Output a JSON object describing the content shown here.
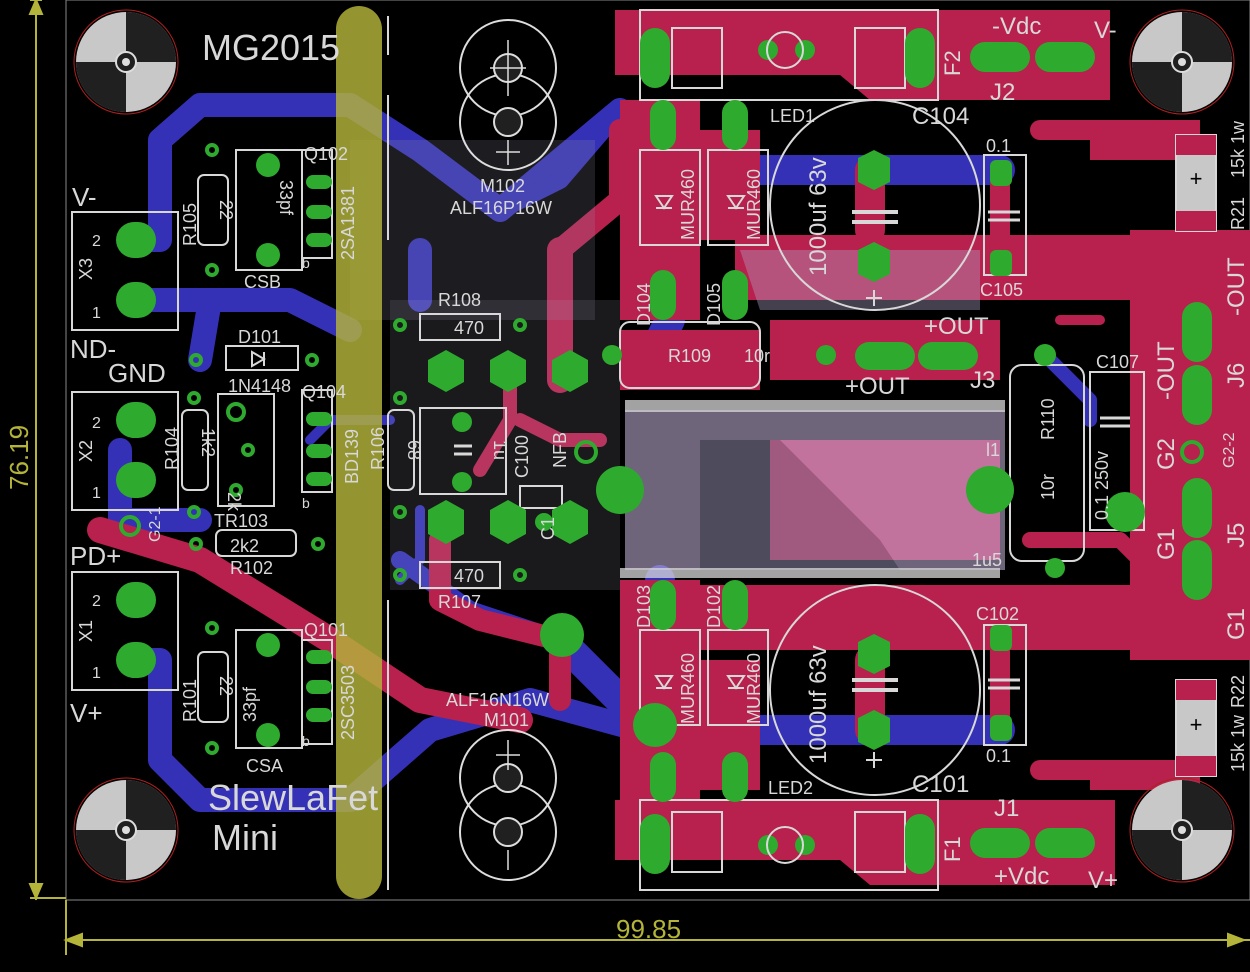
{
  "dimensions": {
    "width_mm": "99.85",
    "height_mm": "76.19"
  },
  "colors": {
    "background": "#000000",
    "bottom_copper": "#3431b7",
    "top_copper": "#b8204e",
    "pad": "#2eaa2e",
    "via_ring": "#2eaa2e",
    "silkscreen": "#d8d8d8",
    "dimension": "#b4b43a",
    "ghost_heatsink": "#c8b8e0"
  },
  "title_text": {
    "board_name": "MG2015",
    "project_line1": "SlewLaFet",
    "project_line2": "Mini"
  },
  "connectors": {
    "x3": {
      "ref": "X3",
      "label_top": "V-",
      "label_bottom": "ND-",
      "pin1": "1",
      "pin2": "2"
    },
    "x2": {
      "ref": "X2",
      "label_top": "GND",
      "label_g": "G2-1",
      "pin1": "1",
      "pin2": "2"
    },
    "x1": {
      "ref": "X1",
      "label_top": "PD+",
      "label_bottom": "V+",
      "pin1": "1",
      "pin2": "2"
    },
    "j2": {
      "ref": "J2",
      "label": "-Vdc",
      "rail": "V-"
    },
    "j1": {
      "ref": "J1",
      "label": "+Vdc",
      "rail": "V+"
    },
    "j3": {
      "ref": "J3",
      "label1": "+OUT",
      "label2": "+OUT"
    },
    "j6": {
      "ref": "J6",
      "label1": "-OUT",
      "label2": "-OUT"
    },
    "j5": {
      "ref": "J5",
      "label1": "G1",
      "label2": "G1"
    },
    "g2": {
      "label": "G2",
      "label2": "G2-2"
    }
  },
  "components": {
    "q102": {
      "ref": "Q102",
      "part": "2SA1381",
      "pin": "b"
    },
    "q101": {
      "ref": "Q101",
      "part": "2SC3503",
      "pin": "b"
    },
    "q104": {
      "ref": "Q104",
      "part": "BD139",
      "pin": "b"
    },
    "r105": {
      "ref": "R105",
      "value": "22"
    },
    "r101": {
      "ref": "R101",
      "value": "22"
    },
    "r104": {
      "ref": "R104",
      "value": "1k2"
    },
    "r102": {
      "ref": "R102",
      "value": "2k2"
    },
    "r106": {
      "ref": "R106",
      "value": "68"
    },
    "r108": {
      "ref": "R108",
      "value": "470"
    },
    "r107": {
      "ref": "R107",
      "value": "470"
    },
    "r109": {
      "ref": "R109",
      "value": "10r"
    },
    "r110": {
      "ref": "R110",
      "value": "10r"
    },
    "r21": {
      "ref": "R21",
      "value": "15k 1w"
    },
    "r22": {
      "ref": "R22",
      "value": "15k 1w"
    },
    "csb": {
      "ref": "CSB",
      "value": "33pf"
    },
    "csa": {
      "ref": "CSA",
      "value": "33pf"
    },
    "d101": {
      "ref": "D101",
      "part": "1N4148"
    },
    "tr103": {
      "ref": "TR103",
      "value": "2k"
    },
    "c100": {
      "ref": "C100",
      "value": "1u"
    },
    "c1": {
      "ref": "C1"
    },
    "nfb": {
      "label": "NFB"
    },
    "m102": {
      "ref": "M102",
      "part": "ALF16P16W"
    },
    "m101": {
      "ref": "M101",
      "part": "ALF16N16W"
    },
    "d104": {
      "ref": "D104",
      "part": "MUR460"
    },
    "d105": {
      "ref": "D105",
      "part": "MUR460"
    },
    "d103": {
      "ref": "D103",
      "part": "MUR460"
    },
    "d102": {
      "ref": "D102",
      "part": "MUR460"
    },
    "c104": {
      "ref": "C104",
      "value": "1000uf 63v"
    },
    "c101": {
      "ref": "C101",
      "value": "1000uf 63v"
    },
    "c105": {
      "ref": "C105",
      "value": "0.1"
    },
    "c102": {
      "ref": "C102",
      "value": "0.1"
    },
    "c107": {
      "ref": "C107",
      "value": "0.1 250v"
    },
    "l1": {
      "ref": "l1",
      "value": "1u5"
    },
    "led1": {
      "ref": "LED1"
    },
    "led2": {
      "ref": "LED2"
    },
    "f1": {
      "ref": "F1"
    },
    "f2": {
      "ref": "F2"
    }
  }
}
